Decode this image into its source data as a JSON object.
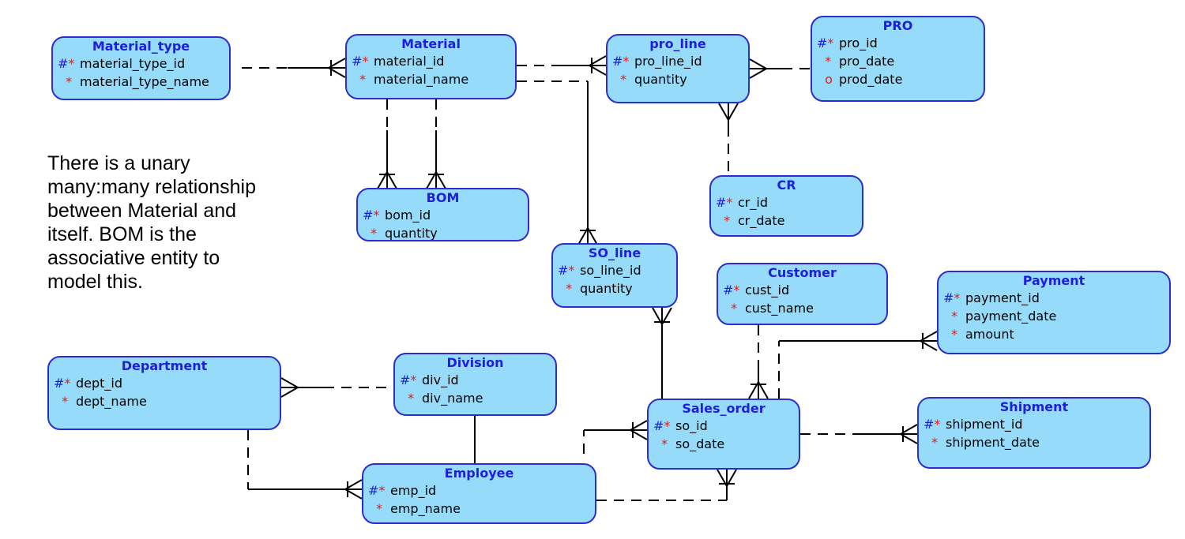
{
  "note": {
    "lines": [
      "There is a unary",
      "many:many relationship",
      "between Material and",
      "itself. BOM is the",
      "associative entity to",
      "model this."
    ]
  },
  "entities": [
    {
      "key": "material_type",
      "name": "Material_type",
      "attributes": [
        {
          "mark": "#*",
          "name": "material_type_id"
        },
        {
          "mark": "*",
          "name": "material_type_name"
        }
      ]
    },
    {
      "key": "material",
      "name": "Material",
      "attributes": [
        {
          "mark": "#*",
          "name": "material_id"
        },
        {
          "mark": "*",
          "name": "material_name"
        }
      ]
    },
    {
      "key": "pro_line",
      "name": "pro_line",
      "attributes": [
        {
          "mark": "#*",
          "name": "pro_line_id"
        },
        {
          "mark": "*",
          "name": "quantity"
        }
      ]
    },
    {
      "key": "pro",
      "name": "PRO",
      "attributes": [
        {
          "mark": "#*",
          "name": "pro_id"
        },
        {
          "mark": "*",
          "name": "pro_date"
        },
        {
          "mark": "o",
          "name": "prod_date"
        }
      ]
    },
    {
      "key": "bom",
      "name": "BOM",
      "attributes": [
        {
          "mark": "#*",
          "name": "bom_id"
        },
        {
          "mark": "*",
          "name": "quantity"
        }
      ]
    },
    {
      "key": "cr",
      "name": "CR",
      "attributes": [
        {
          "mark": "#*",
          "name": "cr_id"
        },
        {
          "mark": "*",
          "name": "cr_date"
        }
      ]
    },
    {
      "key": "so_line",
      "name": "SO_line",
      "attributes": [
        {
          "mark": "#*",
          "name": "so_line_id"
        },
        {
          "mark": "*",
          "name": "quantity"
        }
      ]
    },
    {
      "key": "customer",
      "name": "Customer",
      "attributes": [
        {
          "mark": "#*",
          "name": "cust_id"
        },
        {
          "mark": "*",
          "name": "cust_name"
        }
      ]
    },
    {
      "key": "payment",
      "name": "Payment",
      "attributes": [
        {
          "mark": "#*",
          "name": "payment_id"
        },
        {
          "mark": "*",
          "name": "payment_date"
        },
        {
          "mark": "*",
          "name": "amount"
        }
      ]
    },
    {
      "key": "department",
      "name": "Department",
      "attributes": [
        {
          "mark": "#*",
          "name": "dept_id"
        },
        {
          "mark": "*",
          "name": "dept_name"
        }
      ]
    },
    {
      "key": "division",
      "name": "Division",
      "attributes": [
        {
          "mark": "#*",
          "name": "div_id"
        },
        {
          "mark": "*",
          "name": "div_name"
        }
      ]
    },
    {
      "key": "sales_order",
      "name": "Sales_order",
      "attributes": [
        {
          "mark": "#*",
          "name": "so_id"
        },
        {
          "mark": "*",
          "name": "so_date"
        }
      ]
    },
    {
      "key": "shipment",
      "name": "Shipment",
      "attributes": [
        {
          "mark": "#*",
          "name": "shipment_id"
        },
        {
          "mark": "*",
          "name": "shipment_date"
        }
      ]
    },
    {
      "key": "employee",
      "name": "Employee",
      "attributes": [
        {
          "mark": "#*",
          "name": "emp_id"
        },
        {
          "mark": "*",
          "name": "emp_name"
        }
      ]
    }
  ],
  "relationships": [
    {
      "key": "material_type-material",
      "from": "Material_type",
      "to": "Material"
    },
    {
      "key": "material-pro_line",
      "from": "Material",
      "to": "pro_line"
    },
    {
      "key": "material-so_line",
      "from": "Material",
      "to": "SO_line"
    },
    {
      "key": "pro-pro_line",
      "from": "PRO",
      "to": "pro_line"
    },
    {
      "key": "cr-pro_line",
      "from": "CR",
      "to": "pro_line"
    },
    {
      "key": "material-bom-1",
      "from": "Material",
      "to": "BOM"
    },
    {
      "key": "material-bom-2",
      "from": "Material",
      "to": "BOM"
    },
    {
      "key": "sales_order-so_line",
      "from": "Sales_order",
      "to": "SO_line"
    },
    {
      "key": "customer-sales_order",
      "from": "Customer",
      "to": "Sales_order"
    },
    {
      "key": "sales_order-payment",
      "from": "Sales_order",
      "to": "Payment"
    },
    {
      "key": "sales_order-shipment",
      "from": "Sales_order",
      "to": "Shipment"
    },
    {
      "key": "division-department",
      "from": "Division",
      "to": "Department"
    },
    {
      "key": "department-employee",
      "from": "Department",
      "to": "Employee"
    },
    {
      "key": "division-employee",
      "from": "Division",
      "to": "Employee"
    },
    {
      "key": "employee-sales_order-1",
      "from": "Employee",
      "to": "Sales_order"
    },
    {
      "key": "employee-sales_order-2",
      "from": "Employee",
      "to": "Sales_order"
    }
  ],
  "colors": {
    "entity_fill": "#96dcfa",
    "entity_border": "#2d2dcd",
    "title_text": "#1e1edc",
    "identifier_mark": "#1e1edc",
    "mandatory_mark": "#dc1e1e",
    "line": "#000000"
  }
}
